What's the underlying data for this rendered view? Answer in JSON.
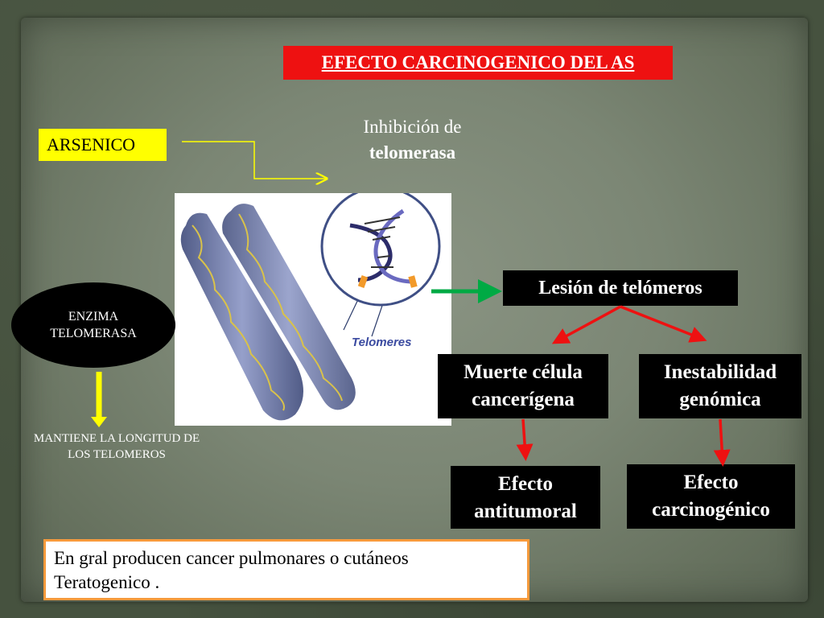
{
  "slide": {
    "title": "EFECTO CARCINOGENICO DEL AS",
    "arsenico": "ARSENICO",
    "inhibicion_line1": "Inhibición de",
    "inhibicion_line2": "telomerasa",
    "telomeres_label": "Telomeres",
    "enzima_line1": "ENZIMA",
    "enzima_line2": "TELOMERASA",
    "mantiene_line1": "MANTIENE LA LONGITUD DE",
    "mantiene_line2": "LOS TELOMEROS",
    "lesion": "Lesión de telómeros",
    "muerte_line1": "Muerte célula",
    "muerte_line2": "cancerígena",
    "inestabilidad_line1": "Inestabilidad",
    "inestabilidad_line2": "genómica",
    "antitumoral_line1": "Efecto",
    "antitumoral_line2": "antitumoral",
    "carcinogenico_line1": "Efecto",
    "carcinogenico_line2": "carcinogénico",
    "note_line1": "En  gral producen cancer pulmonares o cutáneos",
    "note_line2": "Teratogenico ."
  },
  "colors": {
    "title_bg": "#ee1111",
    "arsenico_bg": "#ffff00",
    "red_arrow": "#ee1111",
    "green_arrow": "#00aa44",
    "yellow_arrow": "#ffff00",
    "note_border": "#f79a3c"
  }
}
